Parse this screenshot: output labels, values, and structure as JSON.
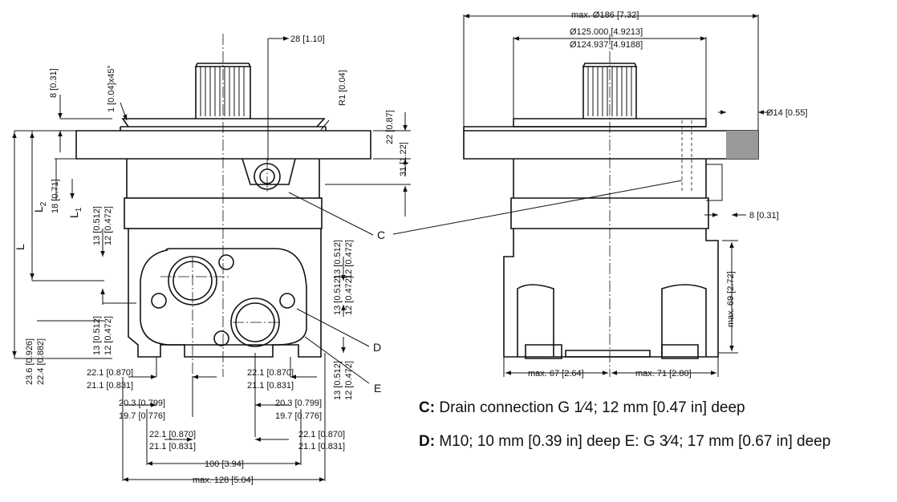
{
  "left_view": {
    "dims": {
      "chamfer": "1 [0.04]x45°",
      "top_8": "8 [0.31]",
      "d28": "28 [1.10]",
      "r1": "R1 [0.04]",
      "d22": "22 [0.87]",
      "d31": "31 [1.22]",
      "d18": "18 [0.71]",
      "l2": "L",
      "l2_sub": "2",
      "l1": "L",
      "l1_sub": "1",
      "l": "L",
      "d13a": "13 [0.512]",
      "d12a": "12 [0.472]",
      "d13b": "13 [0.512]",
      "d12b": "12 [0.472]",
      "d13c": "13 [0.512]",
      "d12c": "12 [0.472]",
      "d13d": "13 [0.512]",
      "d12d": "12 [0.472]",
      "d236": "23.6 [0.926]",
      "d224": "22.4 [0.882]",
      "d221a": "22.1 [0.870]",
      "d211a": "21.1 [0.831]",
      "d221b": "22.1 [0.870]",
      "d211b": "21.1 [0.831]",
      "d203a": "20.3 [0.799]",
      "d197a": "19.7 [0.776]",
      "d203b": "20.3 [0.799]",
      "d197b": "19.7 [0.776]",
      "d221c": "22.1 [0.870]",
      "d211c": "21.1 [0.831]",
      "d221d": "22.1 [0.870]",
      "d211d": "21.1 [0.831]",
      "d100": "100 [3.94]",
      "max128": "max. 128 [5.04]"
    },
    "callouts": {
      "c": "C",
      "d": "D",
      "e": "E"
    }
  },
  "right_view": {
    "dims": {
      "max186": "max. Ø186 [7.32]",
      "pilot_max": "Ø125.000 [4.9213]",
      "pilot_min": "Ø124.937 [4.9188]",
      "hole14": "Ø14 [0.55]",
      "d8": "8 [0.31]",
      "max69": "max. 69 [2.72]",
      "max67": "max. 67 [2.64]",
      "max71": "max. 71 [2.80]"
    }
  },
  "legend": {
    "c_key": "C:",
    "c_text": " Drain connection G 1⁄4; 12 mm [0.47 in] deep",
    "d_key": "D:",
    "d_text": " M10; 10 mm [0.39 in] deep E: G 3⁄4; 17 mm [0.67 in] deep"
  }
}
